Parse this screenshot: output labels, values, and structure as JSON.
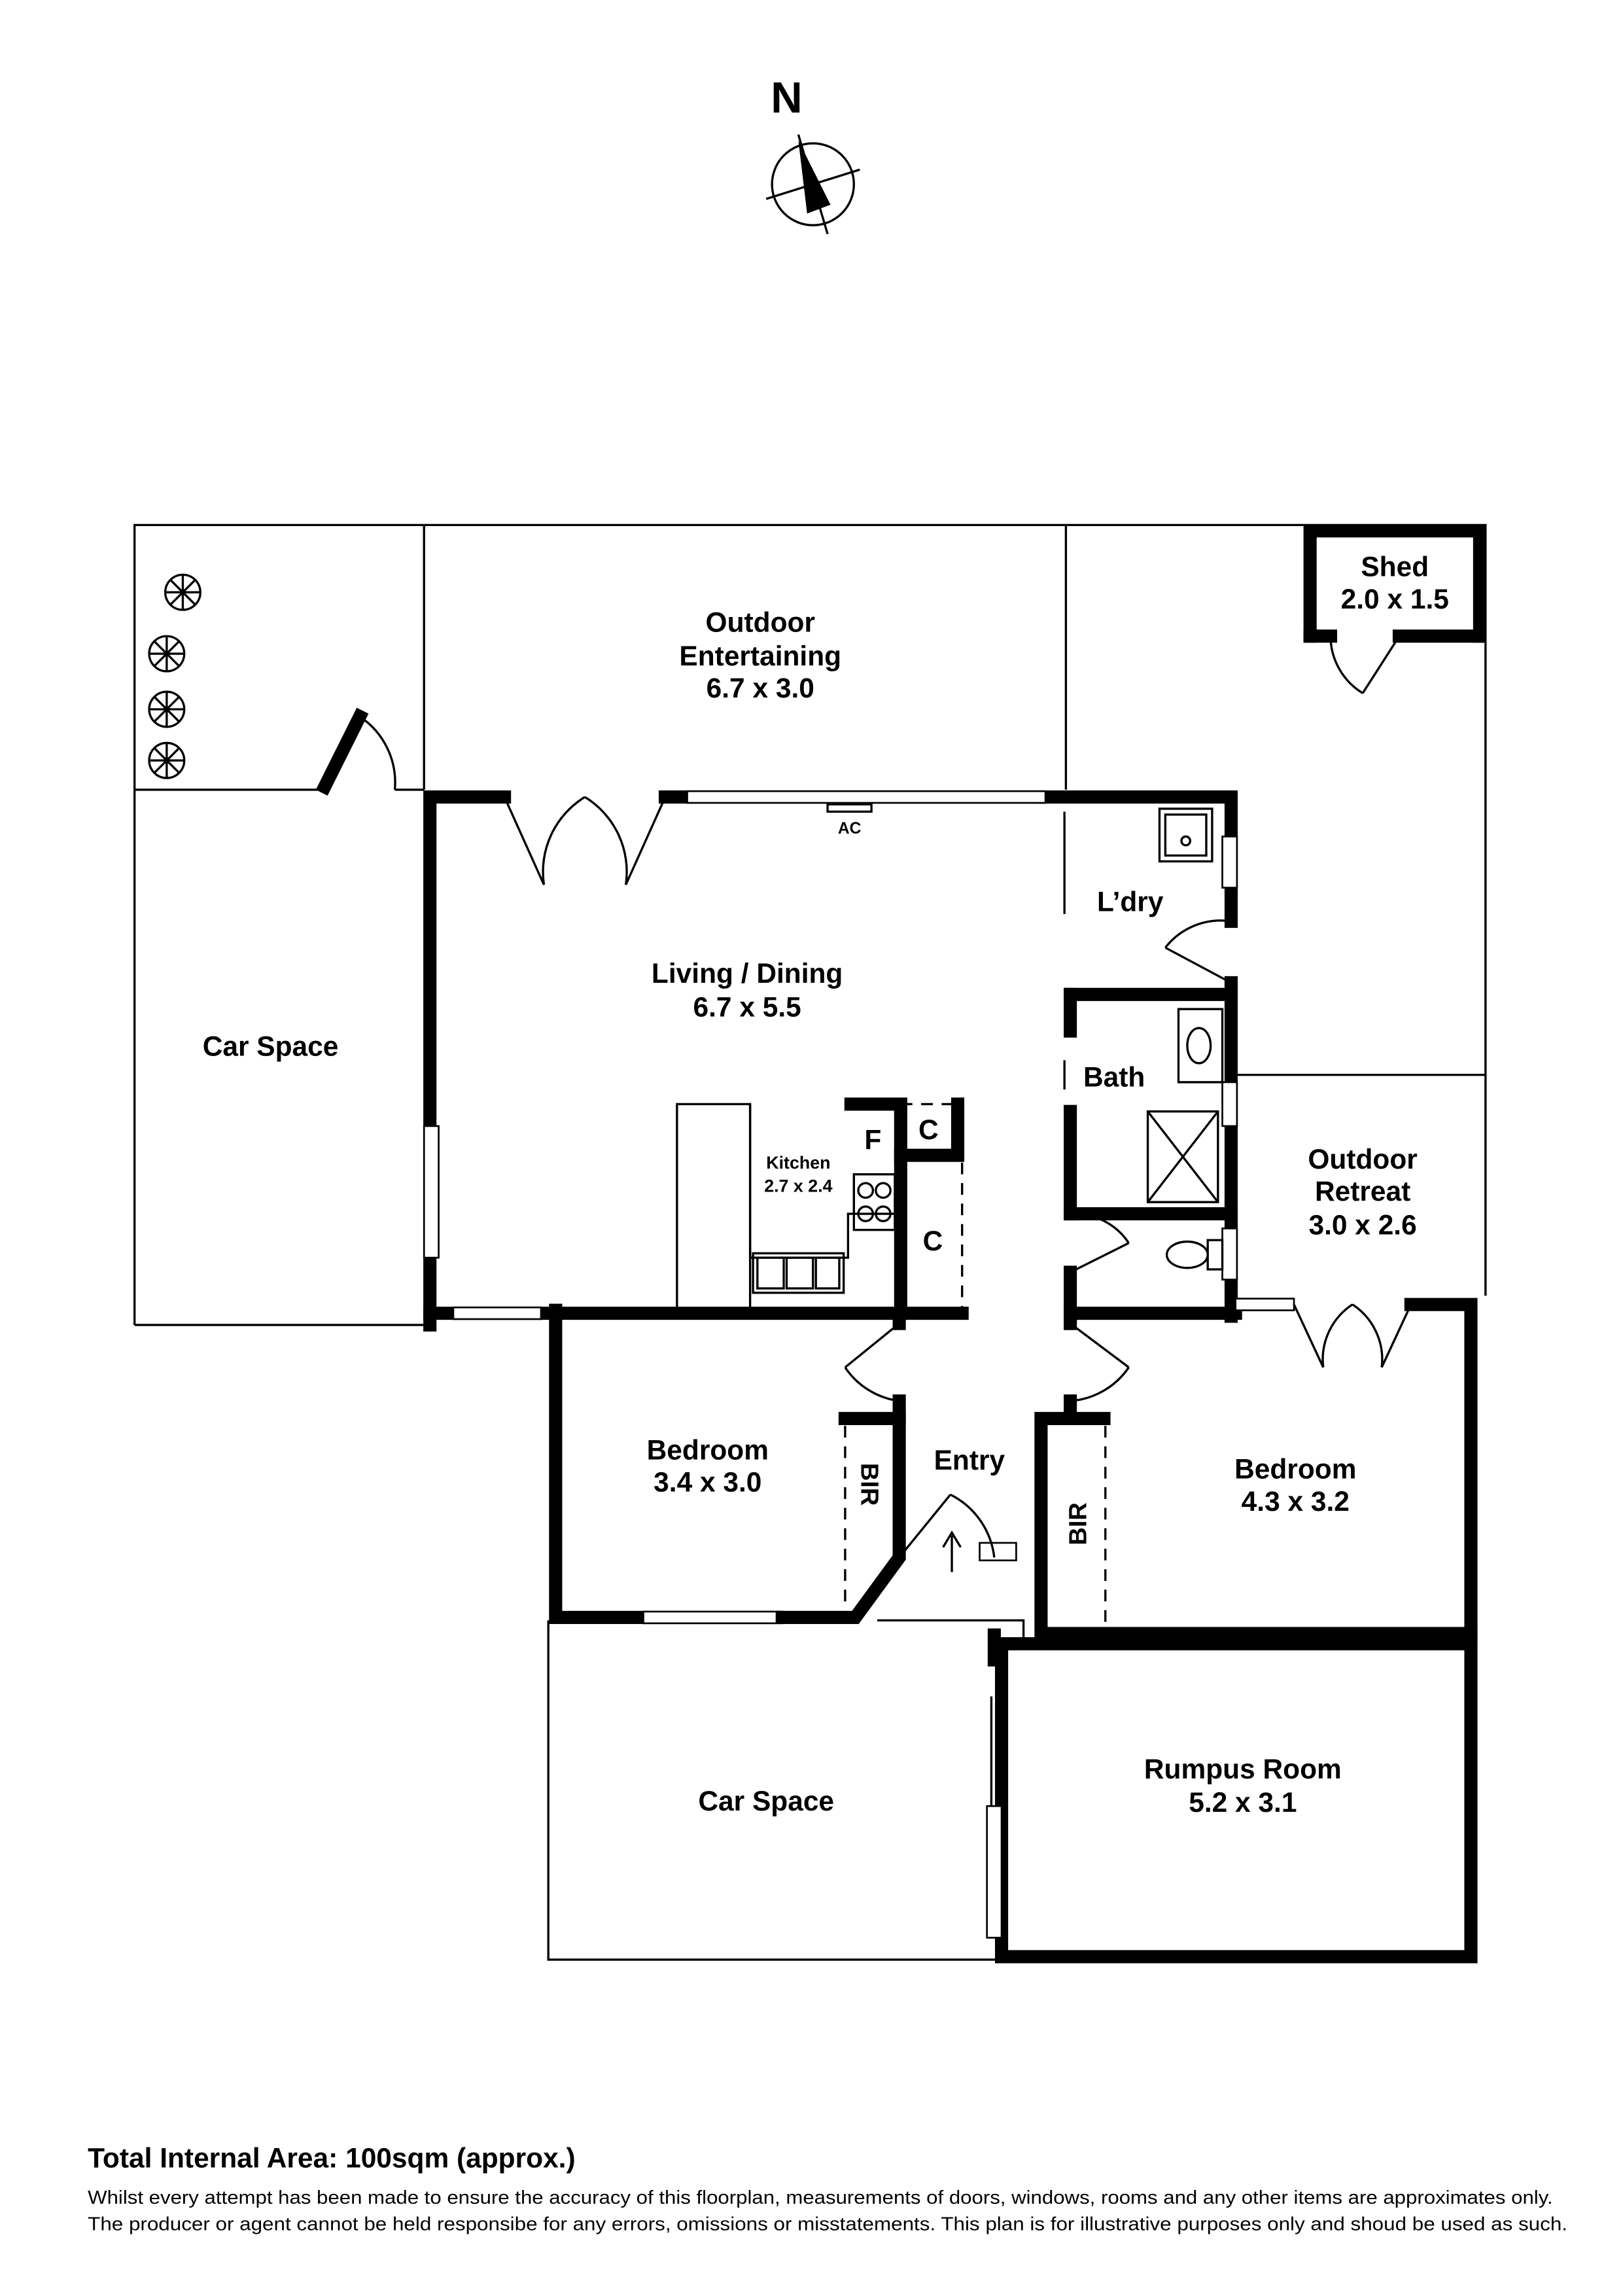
{
  "compass": {
    "label": "N",
    "icon": "north-arrow-icon"
  },
  "rooms": {
    "outdoor_entertaining": {
      "name_line1": "Outdoor",
      "name_line2": "Entertaining",
      "size": "6.7 x 3.0"
    },
    "shed": {
      "name": "Shed",
      "size": "2.0 x 1.5"
    },
    "car_space_left": {
      "name": "Car Space"
    },
    "living_dining": {
      "name": "Living / Dining",
      "size": "6.7 x 5.5"
    },
    "ac": {
      "label": "AC"
    },
    "laundry": {
      "name": "L’dry"
    },
    "bath": {
      "name": "Bath"
    },
    "outdoor_retreat": {
      "name_line1": "Outdoor",
      "name_line2": "Retreat",
      "size": "3.0 x 2.6"
    },
    "kitchen": {
      "name": "Kitchen",
      "size": "2.7 x 2.4"
    },
    "fridge": {
      "label": "F"
    },
    "cupboard1": {
      "label": "C"
    },
    "cupboard2": {
      "label": "C"
    },
    "bedroom_left": {
      "name": "Bedroom",
      "size": "3.4 x 3.0"
    },
    "bir_left": {
      "label": "BIR"
    },
    "entry": {
      "name": "Entry"
    },
    "bir_right": {
      "label": "BIR"
    },
    "bedroom_right": {
      "name": "Bedroom",
      "size": "4.3 x 3.2"
    },
    "car_space_bottom": {
      "name": "Car Space"
    },
    "rumpus": {
      "name": "Rumpus Room",
      "size": "5.2 x 3.1"
    }
  },
  "footer": {
    "total_area": "Total Internal Area: 100sqm (approx.)",
    "disclaimer_line1": "Whilst every attempt has been made to ensure the accuracy of this floorplan, measurements of doors, windows, rooms and any other items are approximates only.",
    "disclaimer_line2": "The producer or agent cannot be held responsibe for any errors, omissions or misstatements. This plan is for illustrative purposes only and shoud be used as such."
  }
}
